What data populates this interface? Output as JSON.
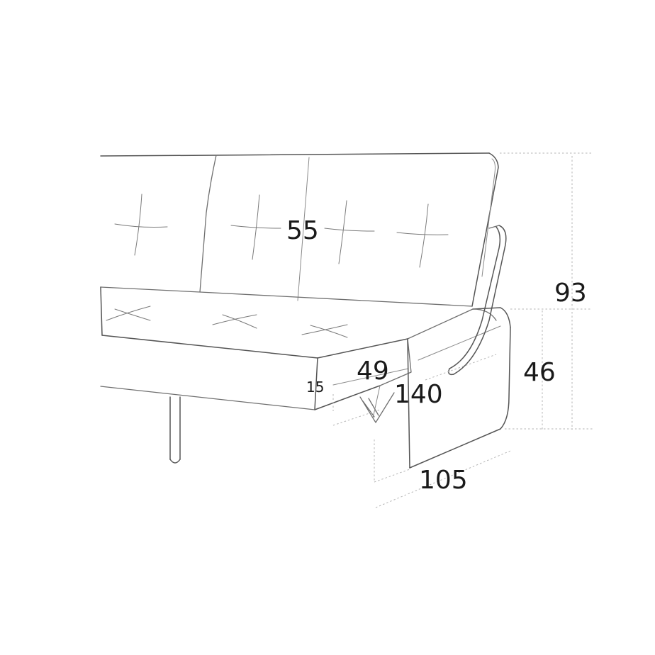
{
  "dimensions": {
    "seat_depth": "55",
    "total_height": "93",
    "seat_height": "46",
    "cushion_thickness": "15",
    "seat_depth_front": "49",
    "length": "140",
    "bed_depth": "105"
  },
  "colors": {
    "line": "#6f6f6f",
    "text": "#1a1a1a",
    "dashed": "#b5b5b5"
  }
}
